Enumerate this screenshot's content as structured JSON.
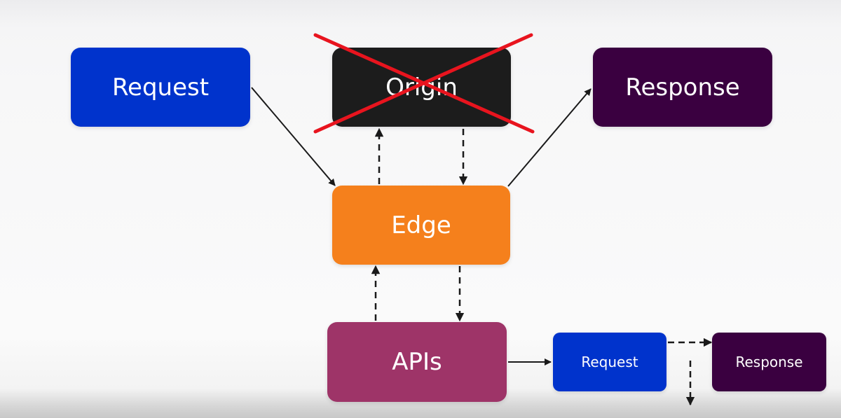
{
  "colors": {
    "request": "#0033cc",
    "origin": "#1c1c1c",
    "response": "#3a0040",
    "edge": "#f5801c",
    "apis": "#9e3468",
    "cross": "#e8141e",
    "arrow": "#1a1a1a"
  },
  "nodes": {
    "request": {
      "label": "Request"
    },
    "origin": {
      "label": "Origin",
      "crossed_out": true
    },
    "response": {
      "label": "Response"
    },
    "edge": {
      "label": "Edge"
    },
    "apis": {
      "label": "APIs"
    },
    "sub_request": {
      "label": "Request"
    },
    "sub_response": {
      "label": "Response"
    }
  },
  "connections": [
    {
      "from": "request",
      "to": "edge",
      "style": "solid"
    },
    {
      "from": "edge",
      "to": "origin",
      "style": "dashed"
    },
    {
      "from": "origin",
      "to": "edge",
      "style": "dashed"
    },
    {
      "from": "edge",
      "to": "response",
      "style": "solid"
    },
    {
      "from": "apis",
      "to": "edge",
      "style": "dashed"
    },
    {
      "from": "edge",
      "to": "apis",
      "style": "dashed"
    },
    {
      "from": "apis",
      "to": "sub_request",
      "style": "solid"
    },
    {
      "from": "sub_request",
      "to": "sub_response",
      "style": "dashed"
    },
    {
      "from": "sub_request",
      "to": "below",
      "style": "dashed"
    }
  ]
}
